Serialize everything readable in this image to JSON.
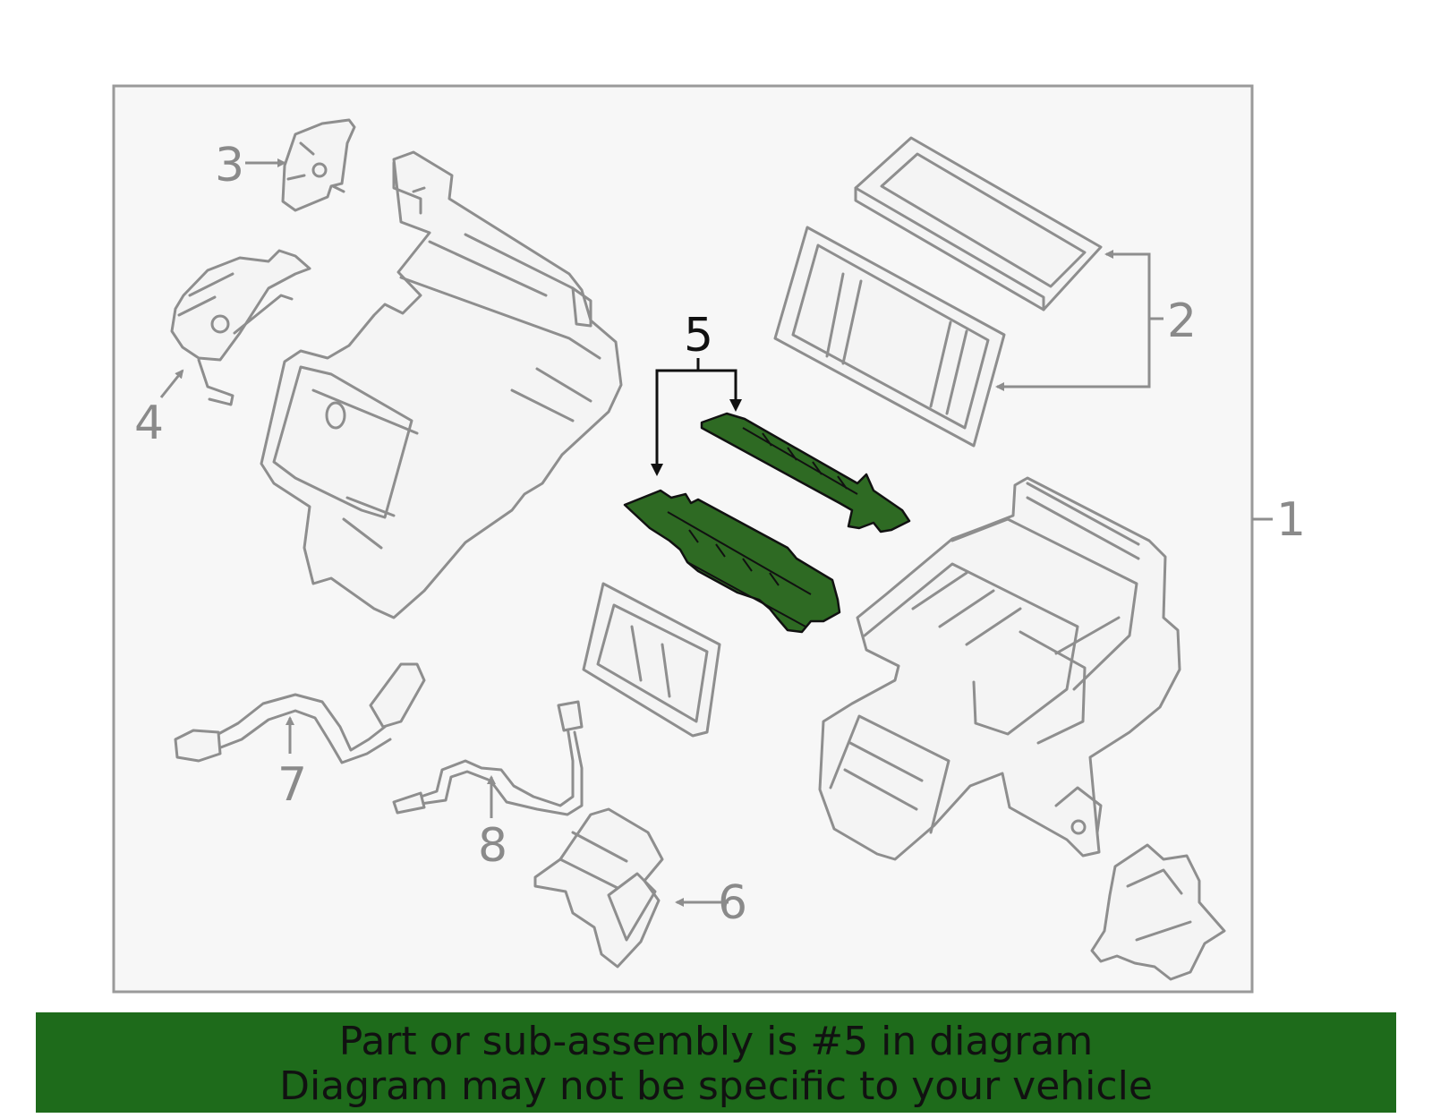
{
  "callouts": {
    "c1": "1",
    "c2": "2",
    "c3": "3",
    "c4": "4",
    "c5": "5",
    "c6": "6",
    "c7": "7",
    "c8": "8"
  },
  "highlighted_part": "5",
  "colors": {
    "highlight_fill": "#2e6a23",
    "banner_bg": "#1e6b1b",
    "part_stroke": "#8e8e8e",
    "frame_bg": "#f7f7f7"
  },
  "banner": {
    "line1": "Part or sub-assembly is #5 in diagram",
    "line2": "Diagram may not be specific to your vehicle"
  }
}
